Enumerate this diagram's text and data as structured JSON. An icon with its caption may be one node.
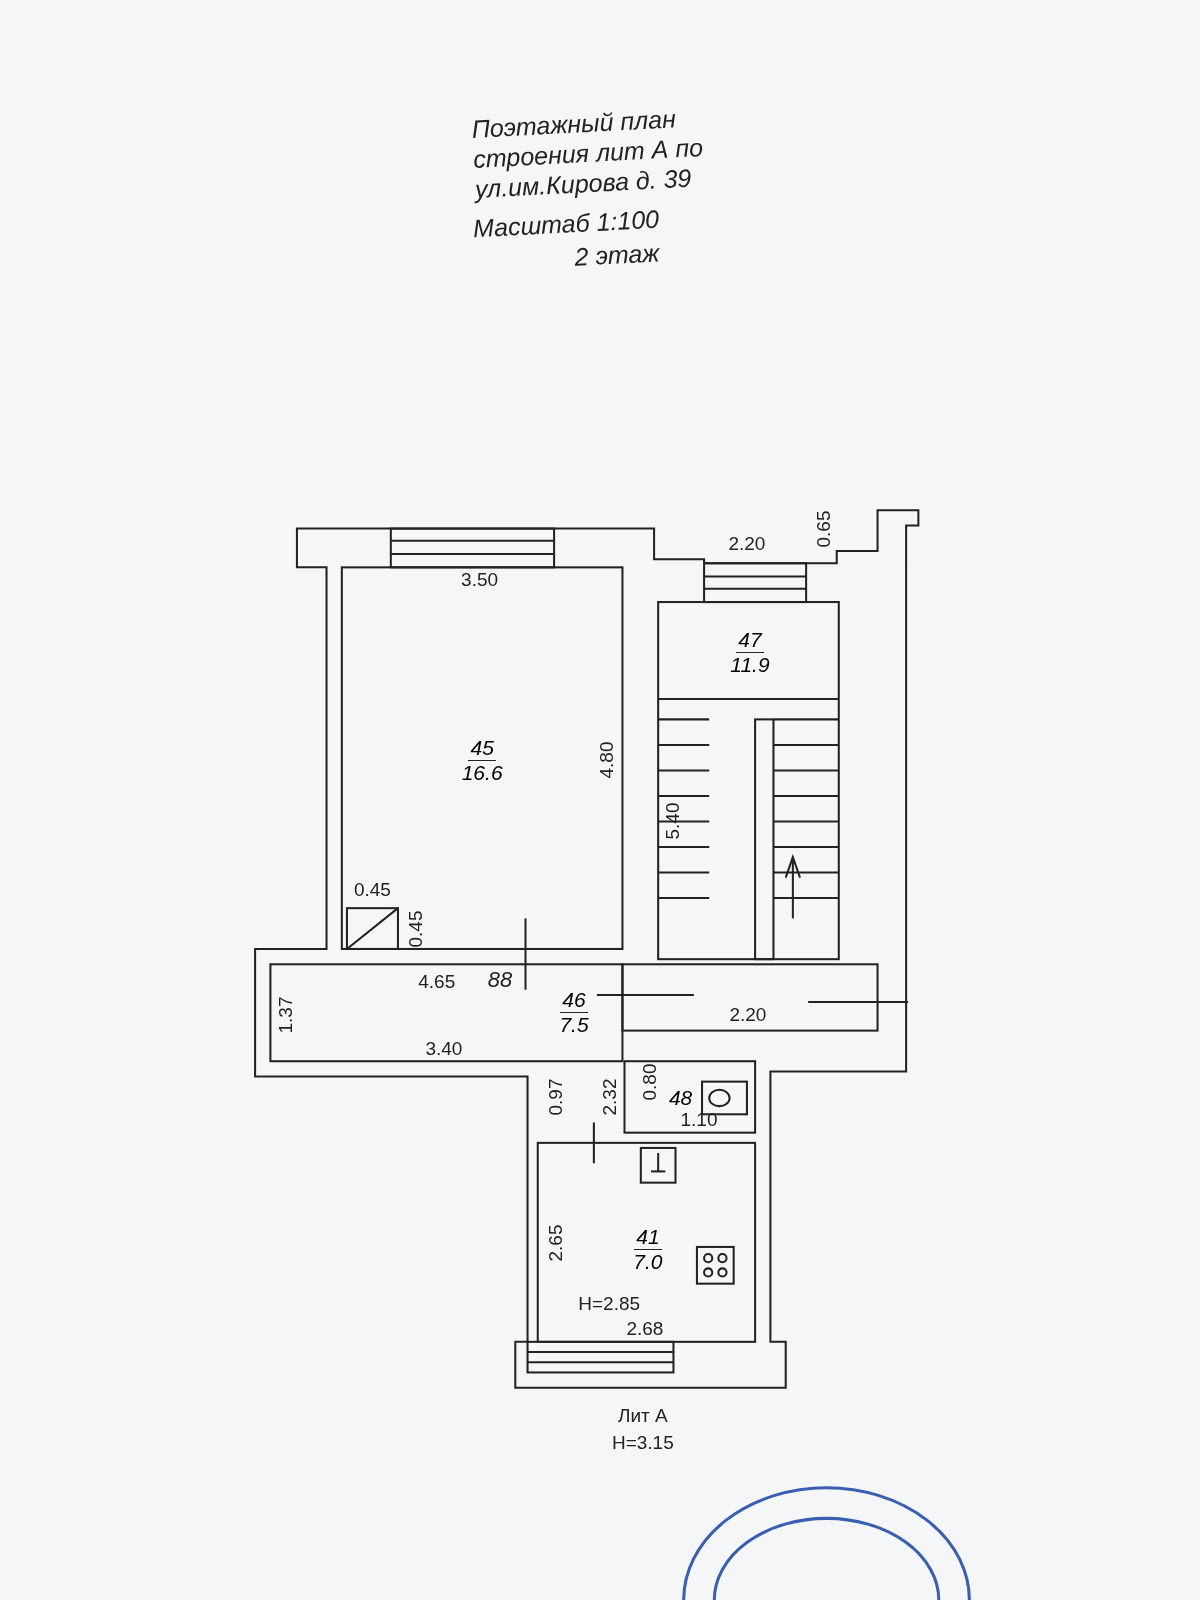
{
  "diagram": {
    "title": "Поэтажный план строения лит А по ул.им.Кирова д. 39",
    "nodes": [
      {
        "text": [
          "45",
          "16.6"
        ]
      },
      {
        "text": [
          "47",
          "11.9"
        ]
      },
      {
        "text": [
          "46",
          "7.5"
        ]
      },
      {
        "text": [
          "48"
        ]
      },
      {
        "text": [
          "41",
          "7.0"
        ]
      }
    ],
    "labels": [
      "Масштаб 1:100",
      "2 этаж",
      "2.20",
      "0.65",
      "3.50",
      "4.80",
      "5.40",
      "0.45",
      "0.45",
      "4.65",
      "88",
      "2.20",
      "1.37",
      "3.40",
      "0.97",
      "2.32",
      "0.80",
      "1.10",
      "2.65",
      "H=2.85",
      "2.68",
      "Лит А",
      "H=3.15"
    ]
  }
}
